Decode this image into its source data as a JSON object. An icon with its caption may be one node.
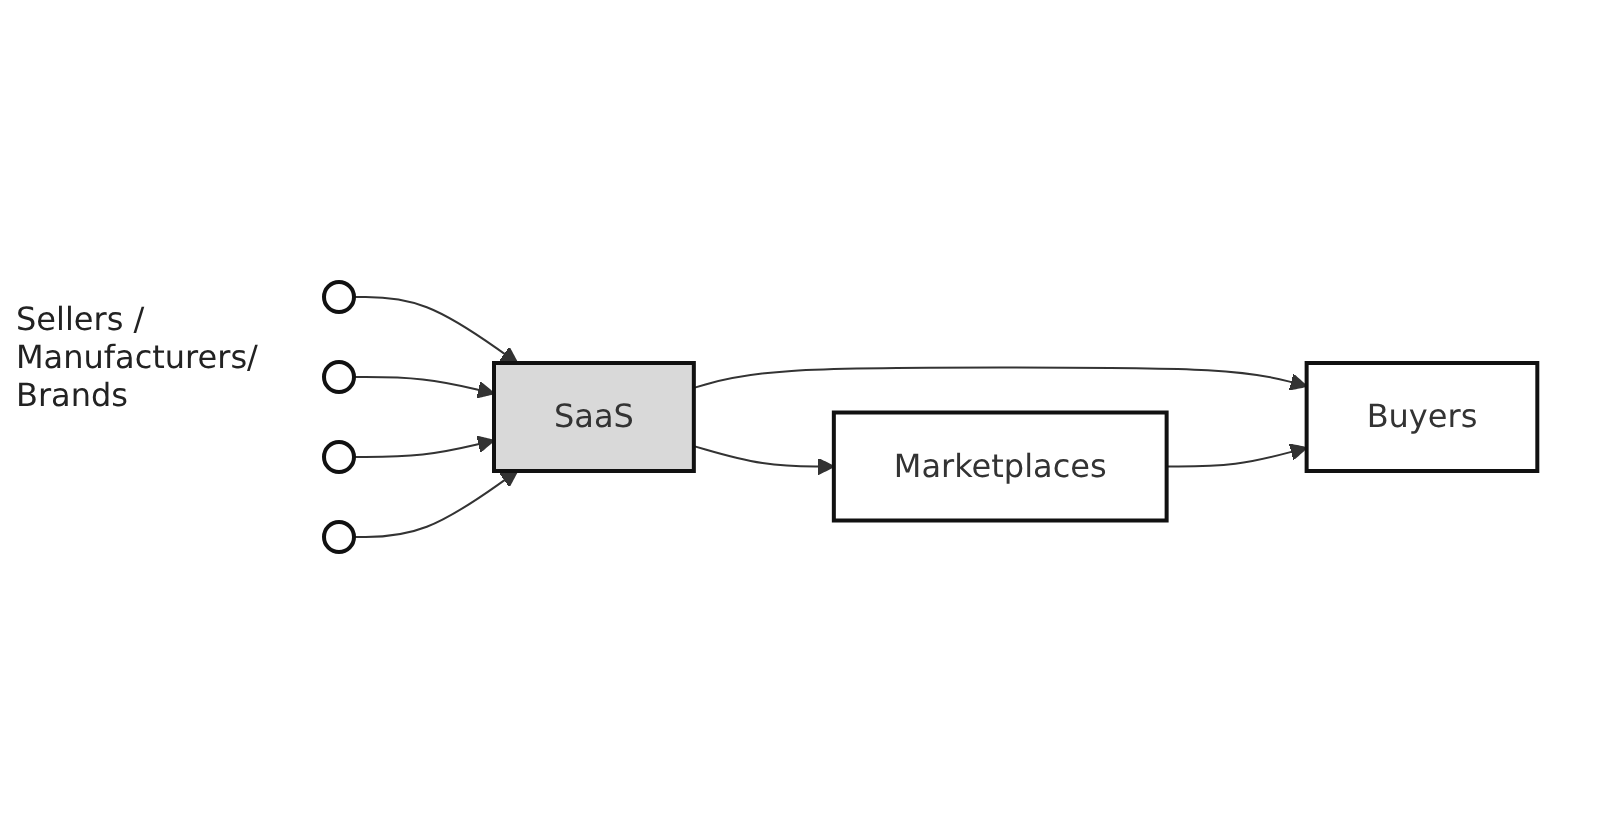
{
  "diagram": {
    "nodes": [
      {
        "text": [],
        "shape": "circle"
      },
      {
        "text": [],
        "shape": "circle"
      },
      {
        "text": [],
        "shape": "circle"
      },
      {
        "text": [],
        "shape": "circle"
      },
      {
        "text": [
          "SaaS"
        ]
      },
      {
        "text": [
          "Marketplaces"
        ]
      },
      {
        "text": [
          "Buyers"
        ]
      }
    ],
    "edges": [
      {
        "from": 0,
        "to": 4,
        "arrow": "to"
      },
      {
        "from": 1,
        "to": 4,
        "arrow": "to"
      },
      {
        "from": 2,
        "to": 4,
        "arrow": "to"
      },
      {
        "from": 3,
        "to": 4,
        "arrow": "to"
      },
      {
        "from": 4,
        "to": 6,
        "arrow": "to"
      },
      {
        "from": 4,
        "to": 5,
        "arrow": "to"
      },
      {
        "from": 5,
        "to": 6,
        "arrow": "to"
      }
    ],
    "labels": [
      "Sellers / Manufacturers/ Brands"
    ]
  }
}
